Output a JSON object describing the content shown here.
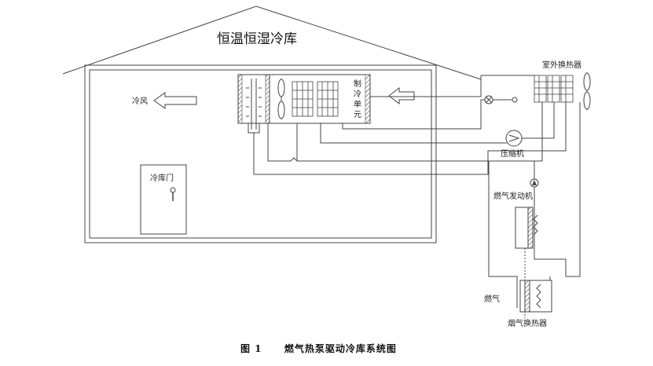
{
  "diagram": {
    "building_title": "恒温恒湿冷库",
    "cold_air": "冷风",
    "cold_door": "冷库门",
    "refrigeration_unit": [
      "制",
      "冷",
      "单",
      "元"
    ],
    "outdoor_hx": "室外换热器",
    "compressor": "压缩机",
    "gas_engine": "燃气发动机",
    "gas": "燃气",
    "flue_hx": "烟气换热器"
  },
  "caption": {
    "fig_no": "图 1",
    "title": "燃气热泵驱动冷库系统图"
  }
}
